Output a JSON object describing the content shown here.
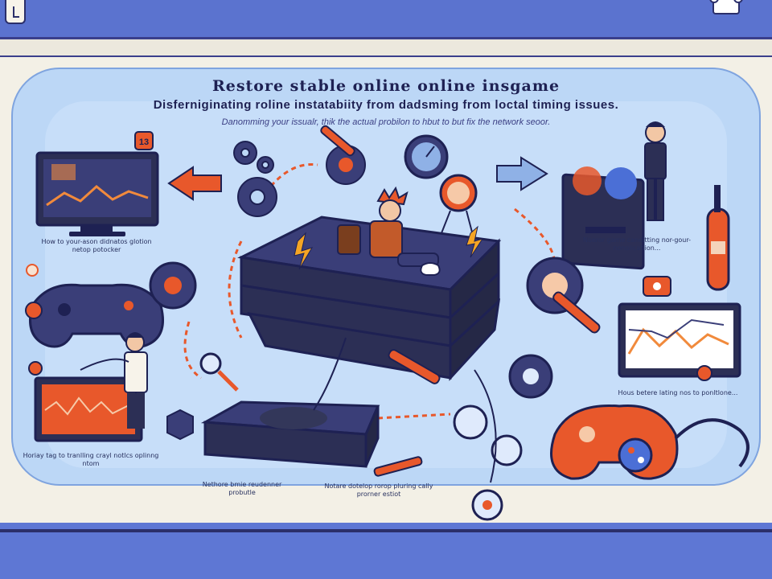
{
  "title": "Restore stable online online insgame",
  "subtitle": "Disferniginating roline instatabiity from dadsming from loctal timing issues.",
  "tagline": "Danomming your issualr, thik the actual probilon to hbut to but fix the network seoor.",
  "captions": {
    "top_left": "How to your-ason didnatos glotion netop potocker",
    "top_right": "Noeror game canditting nor-gour-nonolicatiion...",
    "mid_right": "Hous betere lating nos to ponltlone...",
    "bottom_left": "Horiay tag to tranlling crayl notlcs oplinng ntom",
    "bottom_center_left": "Nethore bmie reudenner probutle",
    "bottom_center": "Notare dotelop rorop pluring cally prorner estiot"
  },
  "badges": {
    "timer_badge": "13"
  },
  "colors": {
    "accent_orange": "#e8582b",
    "console_dark": "#33375a",
    "outline": "#1e2153",
    "board_blue": "#bcd7f6"
  }
}
